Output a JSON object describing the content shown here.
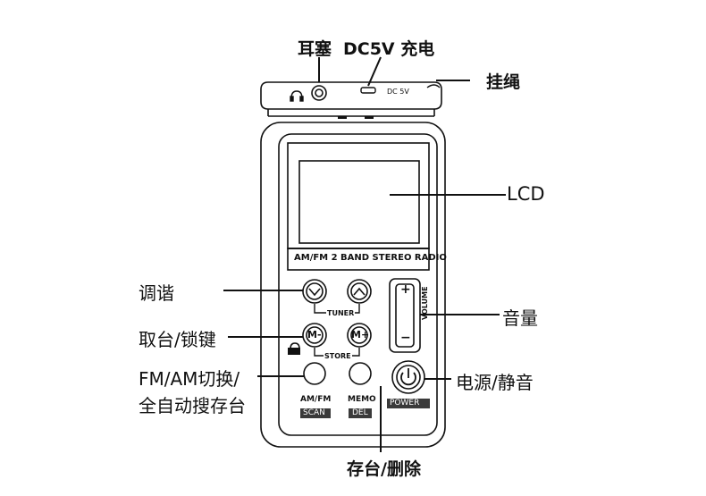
{
  "labels": {
    "earphone": "耳塞",
    "dc5v": "DC5V 充电",
    "lanyard": "挂绳",
    "lcd": "LCD",
    "tune": "调谐",
    "recall_lock": "取台/锁键",
    "fm_am_line1": "FM/AM切换/",
    "fm_am_line2": "全自动搜存台",
    "volume_label": "音量",
    "power_mute": "电源/静音",
    "store_delete": "存台/删除"
  },
  "device": {
    "top_port_label": "DC 5V",
    "band_text": "AM/FM 2 BAND STEREO RADIO",
    "tuner_text": "TUNER",
    "store_text": "STORE",
    "volume_text": "VOLUME",
    "m_minus": "M-",
    "m_plus": "M+",
    "am_fm_text": "AM/FM",
    "scan_text": "SCAN",
    "memo_text": "MEMO",
    "del_text": "DEL",
    "power_text": "POWER",
    "plus_sign": "+",
    "minus_sign": "−"
  },
  "icons": [
    "headphone-icon",
    "usb-port-icon",
    "lock-icon",
    "power-icon",
    "up-arrow-icon",
    "down-arrow-icon"
  ]
}
